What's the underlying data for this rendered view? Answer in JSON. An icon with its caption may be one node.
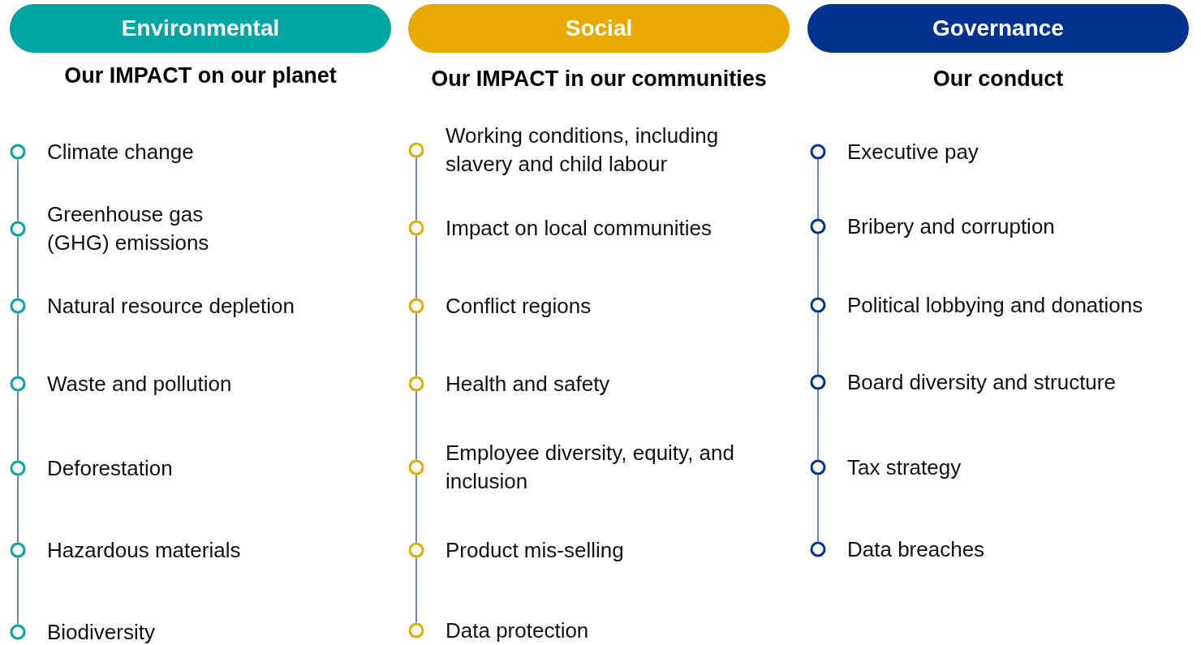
{
  "diagram": {
    "nodes": [
      {
        "text": [
          "Environmental",
          "Our IMPACT on our planet"
        ]
      },
      {
        "text": [],
        "shape": "circle",
        "beside": [
          "Climate change"
        ]
      },
      {
        "text": [],
        "shape": "circle",
        "beside": [
          "Greenhouse gas (GHG) emissions"
        ]
      },
      {
        "text": [],
        "shape": "circle",
        "beside": [
          "Natural resource depletion"
        ]
      },
      {
        "text": [],
        "shape": "circle",
        "beside": [
          "Waste and pollution"
        ]
      },
      {
        "text": [],
        "shape": "circle",
        "beside": [
          "Deforestation"
        ]
      },
      {
        "text": [],
        "shape": "circle",
        "beside": [
          "Hazardous materials"
        ]
      },
      {
        "text": [],
        "shape": "circle",
        "beside": [
          "Biodiversity"
        ]
      },
      {
        "text": [
          "Social",
          "Our IMPACT in our communities"
        ]
      },
      {
        "text": [],
        "shape": "circle",
        "beside": [
          "Working conditions, including slavery and child labour"
        ]
      },
      {
        "text": [],
        "shape": "circle",
        "beside": [
          "Impact on local communities"
        ]
      },
      {
        "text": [],
        "shape": "circle",
        "beside": [
          "Conflict regions"
        ]
      },
      {
        "text": [],
        "shape": "circle",
        "beside": [
          "Health and safety"
        ]
      },
      {
        "text": [],
        "shape": "circle",
        "beside": [
          "Employee diversity, equity, and inclusion"
        ]
      },
      {
        "text": [],
        "shape": "circle",
        "beside": [
          "Product mis-selling"
        ]
      },
      {
        "text": [],
        "shape": "circle",
        "beside": [
          "Data protection"
        ]
      },
      {
        "text": [
          "Governance",
          "Our conduct"
        ]
      },
      {
        "text": [],
        "shape": "circle",
        "beside": [
          "Executive pay"
        ]
      },
      {
        "text": [],
        "shape": "circle",
        "beside": [
          "Bribery and corruption"
        ]
      },
      {
        "text": [],
        "shape": "circle",
        "beside": [
          "Political lobbying and donations"
        ]
      },
      {
        "text": [],
        "shape": "circle",
        "beside": [
          "Board diversity and structure"
        ]
      },
      {
        "text": [],
        "shape": "circle",
        "beside": [
          "Tax strategy"
        ]
      },
      {
        "text": [],
        "shape": "circle",
        "beside": [
          "Data breaches"
        ]
      }
    ],
    "edges": [
      {
        "from": 1,
        "to": 2,
        "arrow": "none"
      },
      {
        "from": 2,
        "to": 3,
        "arrow": "none"
      },
      {
        "from": 3,
        "to": 4,
        "arrow": "none"
      },
      {
        "from": 4,
        "to": 5,
        "arrow": "none"
      },
      {
        "from": 5,
        "to": 6,
        "arrow": "none"
      },
      {
        "from": 6,
        "to": 7,
        "arrow": "none"
      },
      {
        "from": 9,
        "to": 10,
        "arrow": "none"
      },
      {
        "from": 10,
        "to": 11,
        "arrow": "none"
      },
      {
        "from": 11,
        "to": 12,
        "arrow": "none"
      },
      {
        "from": 12,
        "to": 13,
        "arrow": "none"
      },
      {
        "from": 13,
        "to": 14,
        "arrow": "none"
      },
      {
        "from": 14,
        "to": 15,
        "arrow": "none"
      },
      {
        "from": 17,
        "to": 18,
        "arrow": "none"
      },
      {
        "from": 18,
        "to": 19,
        "arrow": "none"
      },
      {
        "from": 19,
        "to": 20,
        "arrow": "none"
      },
      {
        "from": 20,
        "to": 21,
        "arrow": "none"
      },
      {
        "from": 21,
        "to": 22,
        "arrow": "none"
      }
    ]
  }
}
